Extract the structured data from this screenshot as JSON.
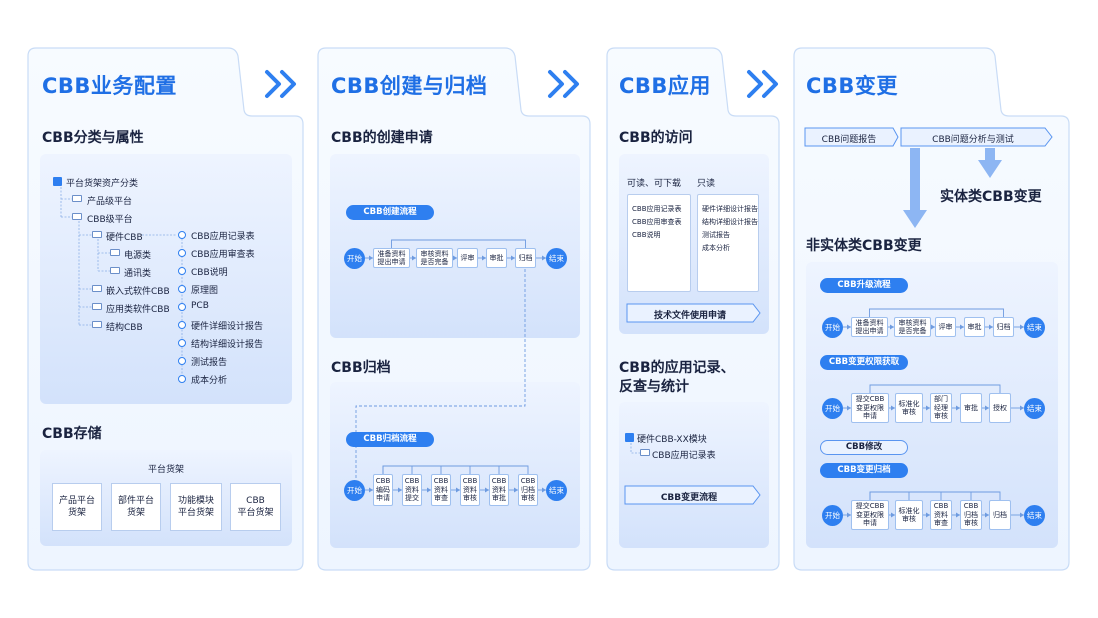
{
  "colors": {
    "accent": "#1f6fe5",
    "node": "#2e7ff0",
    "panel_bg": "#f3f8ff",
    "panel_border": "#c9dcf6"
  },
  "panels": {
    "p1": {
      "title": "CBB业务配置",
      "classify": {
        "heading": "CBB分类与属性",
        "root": "平台货架资产分类",
        "l1": [
          "产品级平台",
          "CBB级平台"
        ],
        "l2": [
          "硬件CBB",
          "嵌入式软件CBB",
          "应用类软件CBB",
          "结构CBB"
        ],
        "l3": [
          "电源类",
          "通讯类"
        ],
        "attrs": [
          "CBB应用记录表",
          "CBB应用审查表",
          "CBB说明",
          "原理图",
          "PCB",
          "硬件详细设计报告",
          "结构详细设计报告",
          "测试报告",
          "成本分析"
        ]
      },
      "storage": {
        "heading": "CBB存储",
        "shelf_title": "平台货架",
        "shelves": [
          "产品平台\n货架",
          "部件平台\n货架",
          "功能模块\n平台货架",
          "CBB\n平台货架"
        ]
      }
    },
    "p2": {
      "title": "CBB创建与归档",
      "create": {
        "heading": "CBB的创建申请",
        "flow_label": "CBB创建流程",
        "start": "开始",
        "end": "结束",
        "steps": [
          "准备资料\n提出申请",
          "审核资料\n是否完备",
          "评审",
          "审批",
          "归档"
        ]
      },
      "archive": {
        "heading": "CBB归档",
        "flow_label": "CBB归档流程",
        "start": "开始",
        "end": "结束",
        "steps": [
          "CBB\n编码\n申请",
          "CBB\n资料\n提交",
          "CBB\n资料\n审查",
          "CBB\n资料\n审核",
          "CBB\n资料\n审批",
          "CBB\n归档\n审核"
        ]
      }
    },
    "p3": {
      "title": "CBB应用",
      "access": {
        "heading": "CBB的访问",
        "col1_title": "可读、可下载",
        "col2_title": "只读",
        "col1": [
          "CBB应用记录表",
          "CBB应用审查表",
          "CBB说明"
        ],
        "col2": [
          "硬件详细设计报告",
          "结构详细设计报告",
          "测试报告",
          "成本分析"
        ],
        "apply": "技术文件使用申请"
      },
      "records": {
        "heading_line1": "CBB的应用记录、",
        "heading_line2": "反查与统计",
        "module": "硬件CBB-XX模块",
        "record": "CBB应用记录表",
        "change_flow": "CBB变更流程"
      }
    },
    "p4": {
      "title": "CBB变更",
      "top": {
        "report": "CBB问题报告",
        "analysis": "CBB问题分析与测试",
        "entity": "实体类CBB变更"
      },
      "nonentity": "非实体类CBB变更",
      "upgrade": {
        "label": "CBB升级流程",
        "start": "开始",
        "end": "结束",
        "steps": [
          "准备资料\n提出申请",
          "审核资料\n是否完备",
          "评审",
          "审批",
          "归档"
        ]
      },
      "permission": {
        "label": "CBB变更权限获取",
        "start": "开始",
        "end": "结束",
        "steps": [
          "提交CBB\n变更权限\n申请",
          "标准化\n审核",
          "部门\n经理\n审核",
          "审批",
          "授权"
        ]
      },
      "modify": {
        "label": "CBB修改"
      },
      "change_archive": {
        "label": "CBB变更归档",
        "start": "开始",
        "end": "结束",
        "steps": [
          "提交CBB\n变更权限\n申请",
          "标准化\n审核",
          "CBB\n资料\n审查",
          "CBB\n归档\n审核",
          "归档"
        ]
      }
    }
  }
}
